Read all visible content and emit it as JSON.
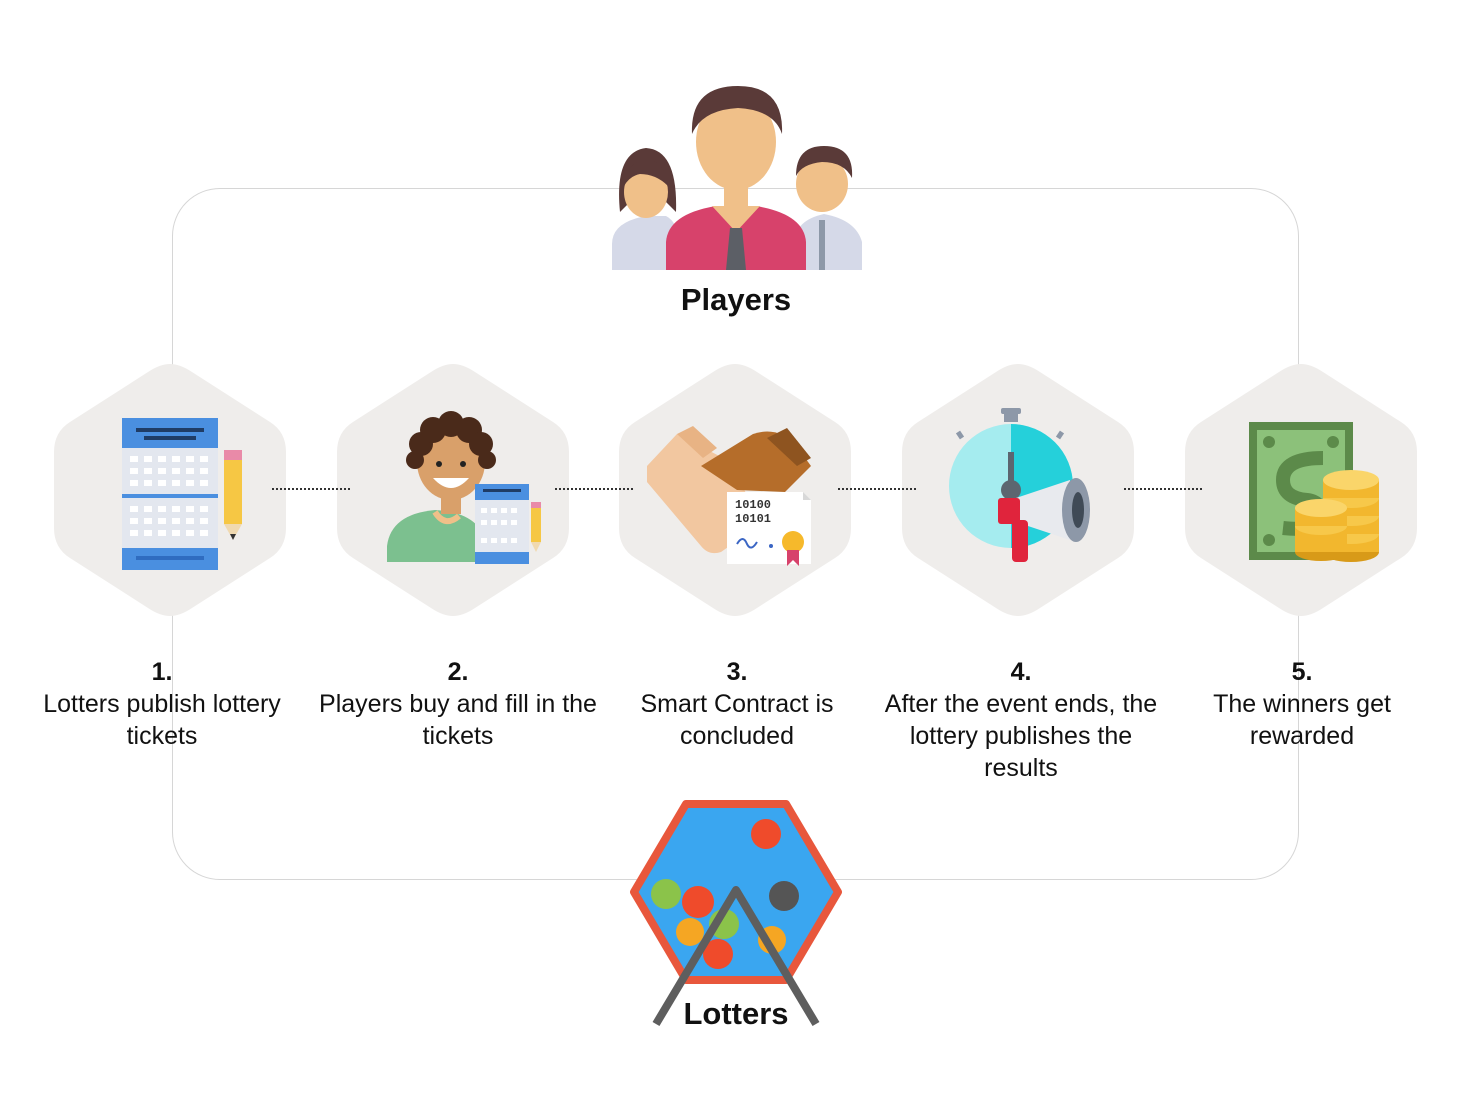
{
  "top_actor": {
    "label": "Players",
    "icon": "players-group-icon"
  },
  "bottom_actor": {
    "label": "Lotters",
    "icon": "lottery-drum-icon"
  },
  "steps": [
    {
      "num": "1.",
      "text": "Lotters publish lottery tickets",
      "icon": "lottery-ticket-icon"
    },
    {
      "num": "2.",
      "text": "Players buy and fill in the tickets",
      "icon": "player-with-ticket-icon"
    },
    {
      "num": "3.",
      "text": "Smart Contract is concluded",
      "icon": "handshake-contract-icon",
      "contract_digits": [
        "10100",
        "10101"
      ]
    },
    {
      "num": "4.",
      "text": "After the event ends, the lottery publishes the results",
      "icon": "stopwatch-megaphone-icon"
    },
    {
      "num": "5.",
      "text": "The winners get rewarded",
      "icon": "money-coins-icon"
    }
  ],
  "colors": {
    "hex_fill": "#efedeb",
    "loop_border": "#d6d6d6",
    "drum_blue": "#3aa6f0",
    "drum_border": "#e8573c"
  }
}
